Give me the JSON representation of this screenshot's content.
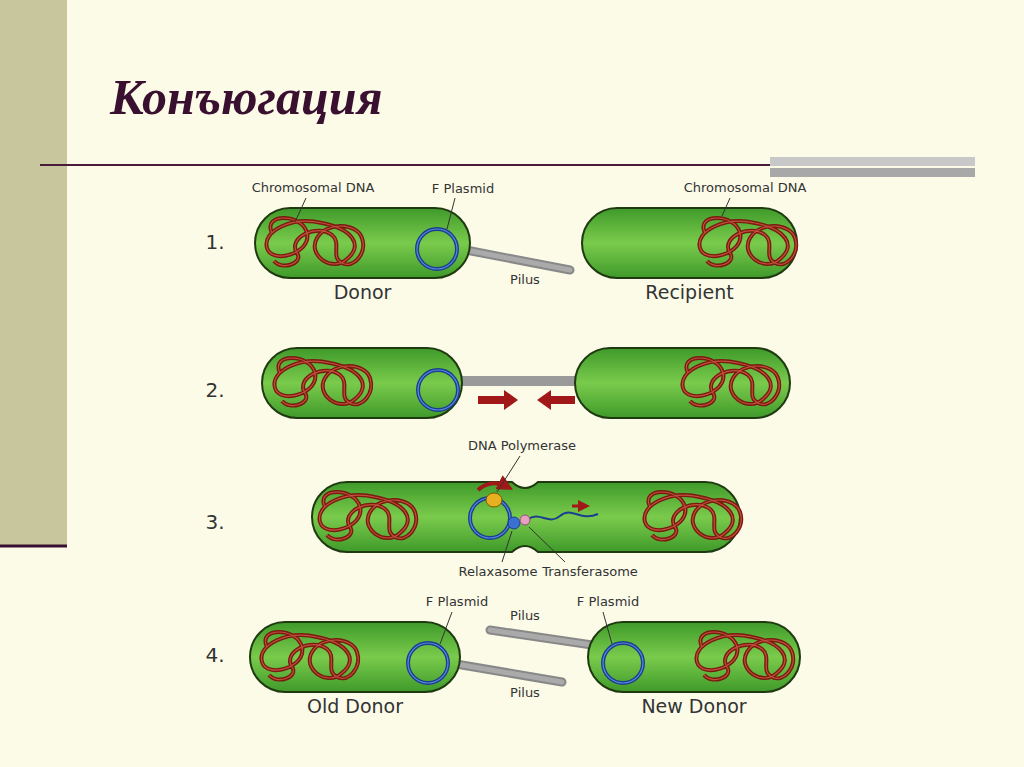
{
  "diagram": {
    "title": "Конъюгация",
    "nodes": [
      {
        "text": [
          "Donor"
        ]
      },
      {
        "text": [
          "Recipient"
        ]
      },
      {
        "text": [
          "Old Donor"
        ]
      },
      {
        "text": [
          "New Donor"
        ]
      }
    ],
    "labels": [
      "1.",
      "Chromosomal DNA",
      "F Plasmid",
      "Chromosomal DNA",
      "Pilus",
      "2.",
      "DNA Polymerase",
      "3.",
      "Relaxasome",
      "Transferasome",
      "4.",
      "F Plasmid",
      "Pilus",
      "F Plasmid",
      "Pilus"
    ]
  }
}
